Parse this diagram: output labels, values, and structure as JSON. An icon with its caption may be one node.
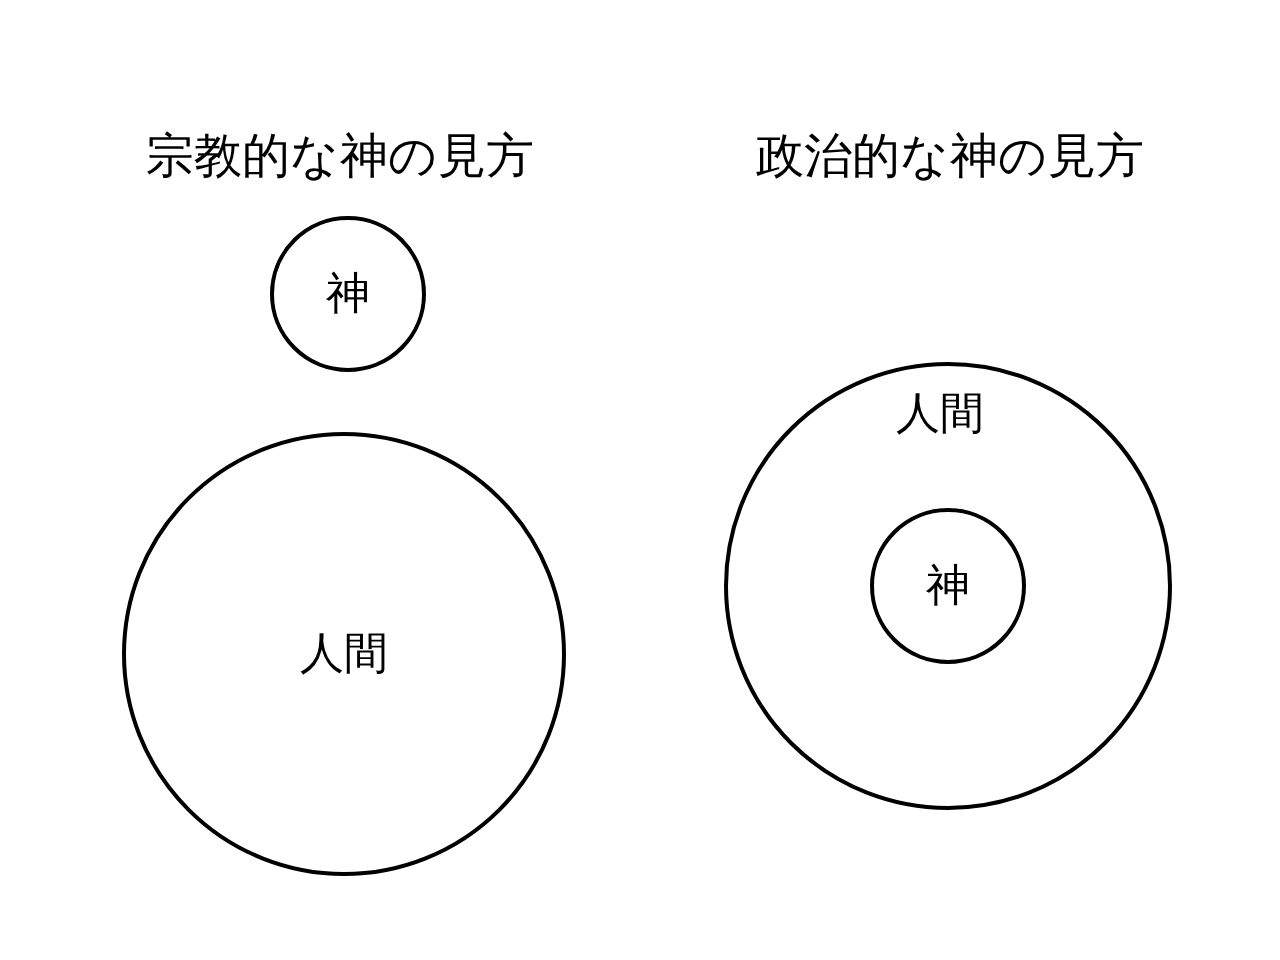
{
  "diagram": {
    "nodes": [
      {
        "text": [
          "神"
        ]
      },
      {
        "text": [
          "人間"
        ]
      },
      {
        "text": [
          "人間"
        ]
      },
      {
        "text": [
          "神"
        ],
        "in": 2
      }
    ],
    "labels": [
      "宗教的な神の見方",
      "政治的な神の見方"
    ]
  }
}
